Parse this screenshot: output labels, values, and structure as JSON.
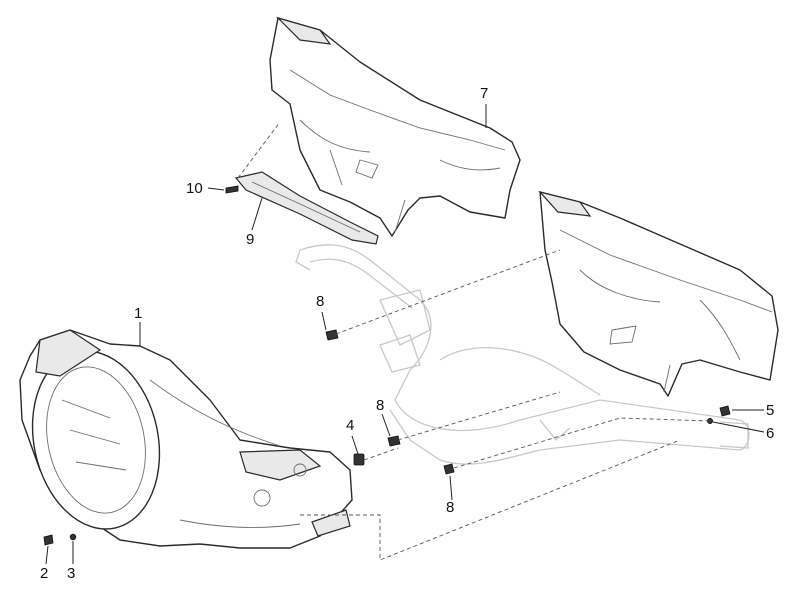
{
  "callouts": [
    "1",
    "2",
    "3",
    "4",
    "5",
    "6",
    "7",
    "8",
    "8",
    "8",
    "9",
    "10"
  ]
}
